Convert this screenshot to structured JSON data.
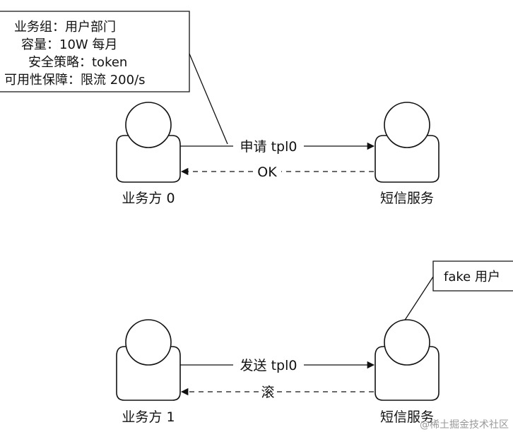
{
  "scenario_top": {
    "left_actor": "业务方 0",
    "right_actor": "短信服务",
    "request_label": "申请 tpl0",
    "response_label": "OK",
    "note_lines": [
      "业务组：用户部门",
      "容量：10W 每月",
      "安全策略：token",
      "可用性保障：限流 200/s"
    ]
  },
  "scenario_bottom": {
    "left_actor": "业务方 1",
    "right_actor": "短信服务",
    "request_label": "发送 tpl0",
    "response_label": "滚",
    "note_lines": [
      "fake 用户"
    ]
  },
  "watermark": "@稀土掘金技术社区"
}
